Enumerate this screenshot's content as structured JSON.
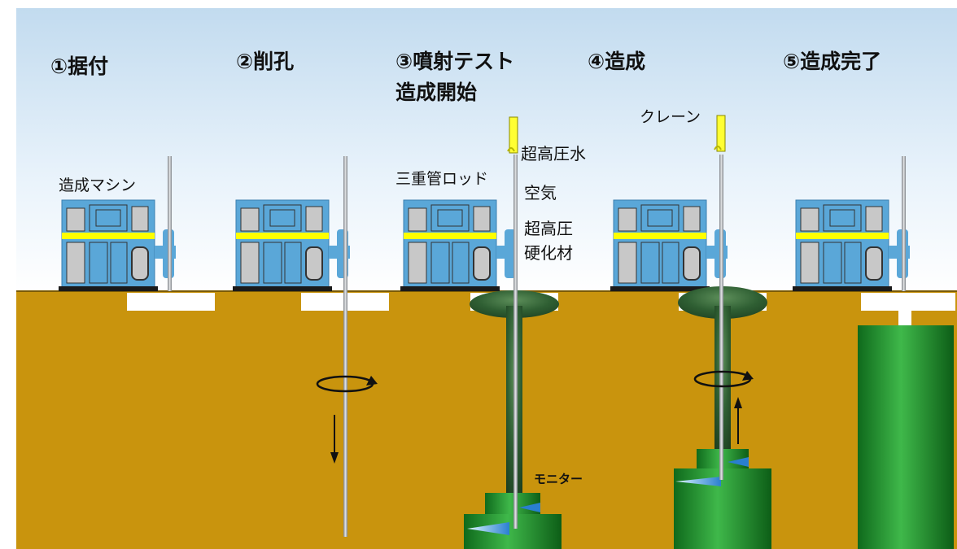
{
  "steps": [
    {
      "label": "①据付"
    },
    {
      "label": "②削孔"
    },
    {
      "label": "③噴射テスト",
      "label2": "造成開始"
    },
    {
      "label": "④造成"
    },
    {
      "label": "⑤造成完了"
    }
  ],
  "annotations": {
    "machine": "造成マシン",
    "rod": "三重管ロッド",
    "crane": "クレーン",
    "water": "超高圧水",
    "air": "空気",
    "hardener_1": "超高圧",
    "hardener_2": "硬化材",
    "monitor": "モニター"
  },
  "colors": {
    "sky_top": "#c4dcf0",
    "sky_bottom": "#ffffff",
    "soil": "#c9940d",
    "machine_body": "#5aa7d8",
    "machine_stripe": "#ffff00",
    "column_green": "#1f8f2a",
    "rod": "#9ea3a8"
  }
}
